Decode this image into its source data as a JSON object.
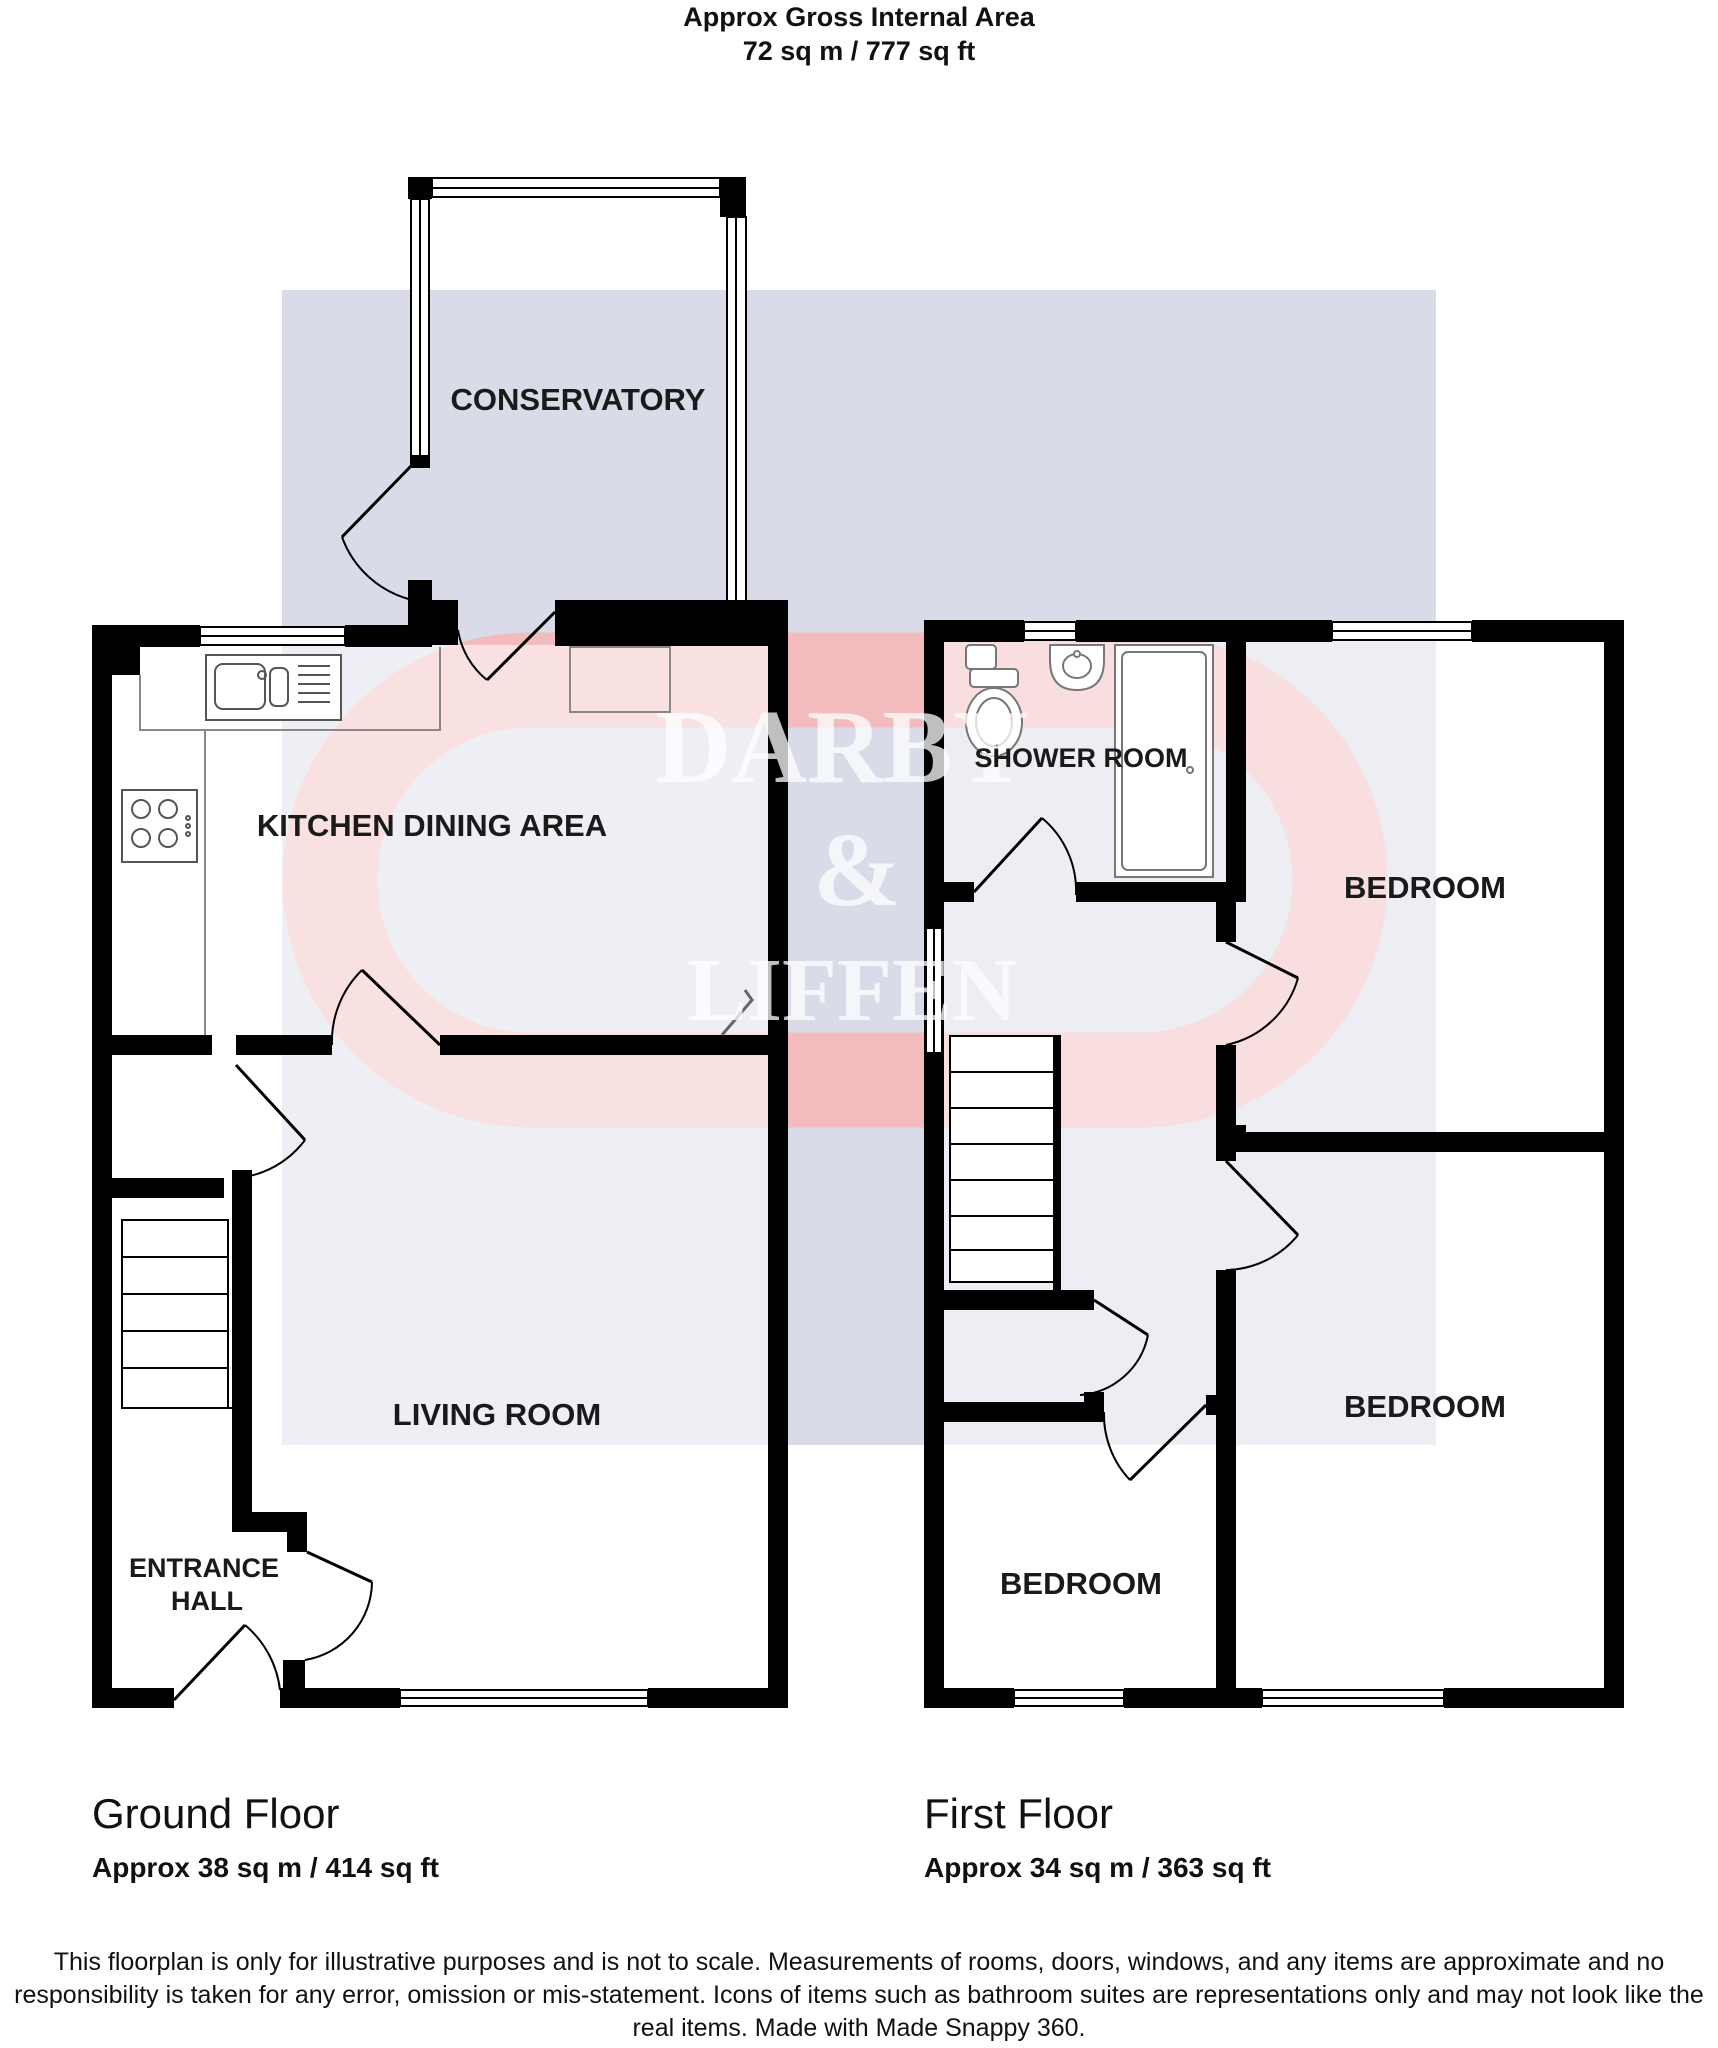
{
  "header": {
    "title": "Approx Gross Internal Area",
    "total_area": "72 sq m / 777 sq ft"
  },
  "watermark": {
    "line1": "DARBY",
    "line2": "&",
    "line3": "LIFFEN",
    "ring_color": "#f8b4b4",
    "square_color": "#b9c0d6"
  },
  "rooms": {
    "conservatory": "CONSERVATORY",
    "kitchen": "KITCHEN DINING AREA",
    "living": "LIVING ROOM",
    "entrance_line1": "ENTRANCE",
    "entrance_line2": "HALL",
    "shower": "SHOWER ROOM",
    "bedroom_top": "BEDROOM",
    "bedroom_mid": "BEDROOM",
    "bedroom_small": "BEDROOM"
  },
  "floors": {
    "ground": {
      "name": "Ground Floor",
      "area": "Approx 38 sq m / 414 sq ft"
    },
    "first": {
      "name": "First Floor",
      "area": "Approx 34 sq m / 363 sq ft"
    }
  },
  "disclaimer": "This floorplan is only for illustrative purposes and is not to scale. Measurements of rooms, doors, windows, and any items are approximate and no responsibility is taken for any error, omission or mis-statement. Icons of items such as bathroom suites are representations only and may not look like the real items. Made with Made Snappy 360."
}
